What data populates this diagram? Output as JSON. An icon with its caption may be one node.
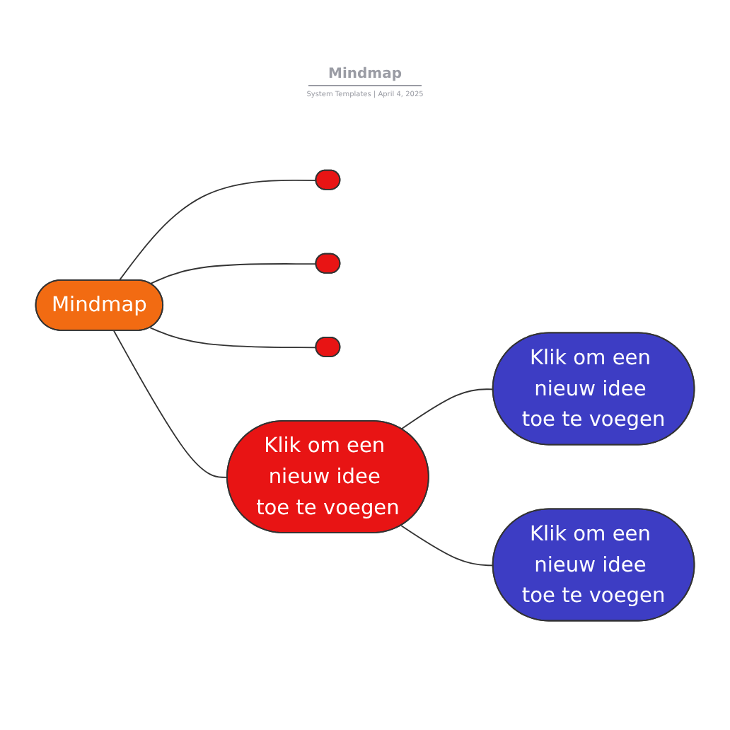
{
  "diagram": {
    "title": "Mindmap",
    "caption": "System Templates | April 4, 2025",
    "nodes": [
      {
        "text": [
          "Mindmap"
        ]
      },
      {
        "text": [],
        "shape": "box"
      },
      {
        "text": [],
        "shape": "box"
      },
      {
        "text": [],
        "shape": "box"
      },
      {
        "text": [
          "Klik om een nieuw idee toe te voegen"
        ]
      },
      {
        "text": [
          "Klik om een nieuw idee toe te voegen"
        ]
      },
      {
        "text": [
          "Klik om een nieuw idee toe te voegen"
        ]
      }
    ],
    "edges": [
      {
        "from": 0,
        "to": 1,
        "arrow": "none"
      },
      {
        "from": 0,
        "to": 2,
        "arrow": "none"
      },
      {
        "from": 0,
        "to": 3,
        "arrow": "none"
      },
      {
        "from": 0,
        "to": 4,
        "arrow": "none"
      },
      {
        "from": 4,
        "to": 5,
        "arrow": "none"
      },
      {
        "from": 4,
        "to": 6,
        "arrow": "none"
      }
    ]
  }
}
